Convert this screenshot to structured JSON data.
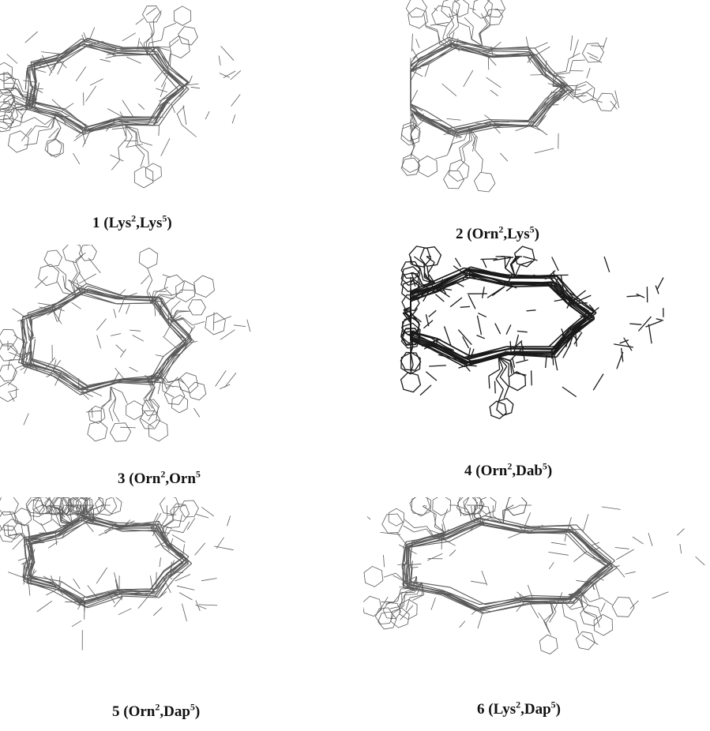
{
  "figure": {
    "panels": [
      {
        "id": "1",
        "prefix": "1 (",
        "r1": "Lys",
        "s1": "2",
        "r2": "Lys",
        "s2": "5",
        "suffix": ")",
        "stroke": "#5a5a5a",
        "heavy": false
      },
      {
        "id": "2",
        "prefix": "2 (",
        "r1": "Orn",
        "s1": "2",
        "r2": "Lys",
        "s2": "5",
        "suffix": ")",
        "stroke": "#5a5a5a",
        "heavy": false
      },
      {
        "id": "3",
        "prefix": "3 (",
        "r1": "Orn",
        "s1": "2",
        "r2": "Orn",
        "s2": "5",
        "suffix": "",
        "stroke": "#5a5a5a",
        "heavy": false
      },
      {
        "id": "4",
        "prefix": "4 (",
        "r1": "Orn",
        "s1": "2",
        "r2": "Dab",
        "s2": "5",
        "suffix": ")",
        "stroke": "#1a1a1a",
        "heavy": true
      },
      {
        "id": "5",
        "prefix": "5 (",
        "r1": "Orn",
        "s1": "2",
        "r2": "Dap",
        "s2": "5",
        "suffix": ")",
        "stroke": "#5a5a5a",
        "heavy": false
      },
      {
        "id": "6",
        "prefix": "6 (",
        "r1": "Lys",
        "s1": "2",
        "r2": "Dap",
        "s2": "5",
        "suffix": ")",
        "stroke": "#5a5a5a",
        "heavy": false
      }
    ]
  }
}
